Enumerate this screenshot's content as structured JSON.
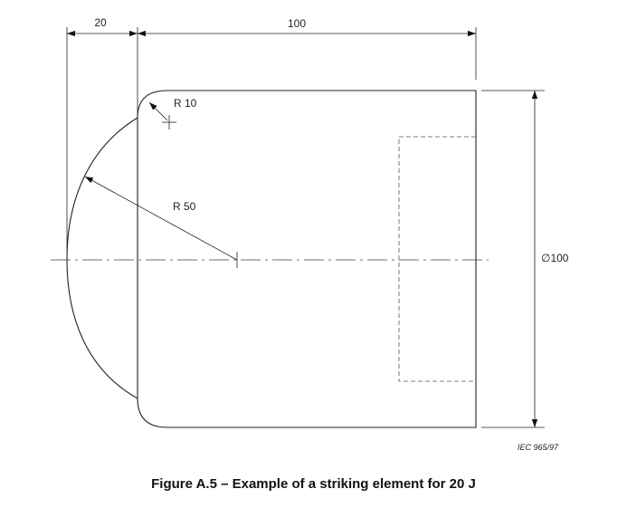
{
  "figure": {
    "caption": "Figure A.5 – Example of a striking element for 20 J",
    "reference": "IEC  965/97"
  },
  "dimensions": {
    "top_left": "20",
    "top_right": "100",
    "radius_small": "R 10",
    "radius_large": "R 50",
    "diameter": "∅100"
  }
}
